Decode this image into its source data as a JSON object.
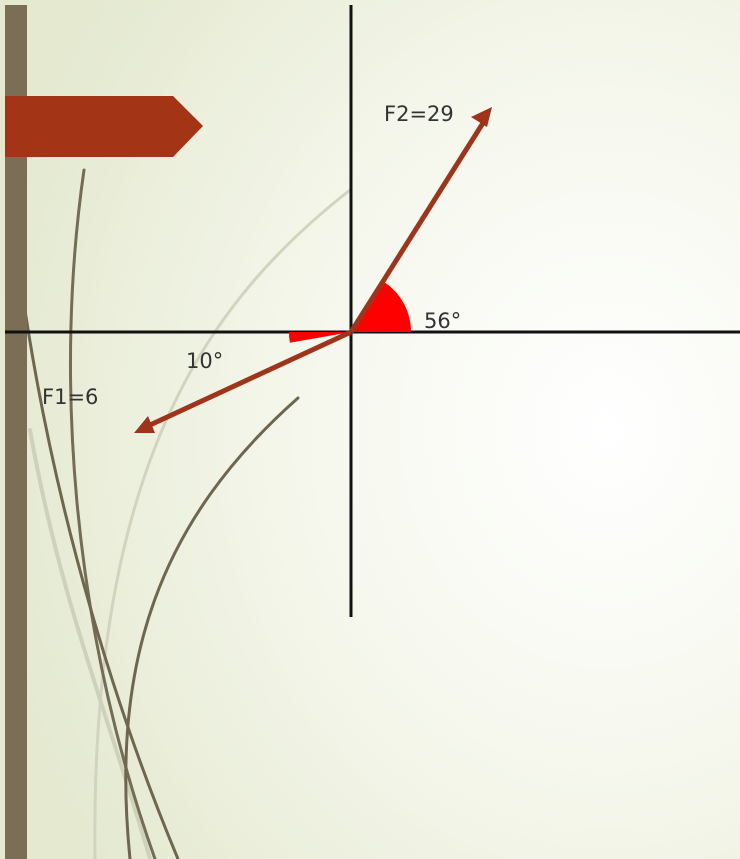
{
  "colors": {
    "background_light": "#fbfcf7",
    "background_tint": "#e6ebd3",
    "side_bar": "#7a6f55",
    "banner": "#a33516",
    "arrow": "#a0341a",
    "angle_wedge": "#ff0000",
    "axis": "#111111",
    "swoosh_dark": "#6f6650",
    "swoosh_light": "#c9ccb6"
  },
  "forces": {
    "f1": {
      "label": "F1=6",
      "magnitude": 6,
      "angle_deg": 10,
      "angle_label": "10°",
      "direction": "below negative x-axis"
    },
    "f2": {
      "label": "F2=29",
      "magnitude": 29,
      "angle_deg": 56,
      "angle_label": "56°",
      "direction": "above positive x-axis"
    }
  },
  "icons": {
    "banner": "arrow-banner-decoration",
    "side_bar": "vertical-bar-decoration"
  }
}
